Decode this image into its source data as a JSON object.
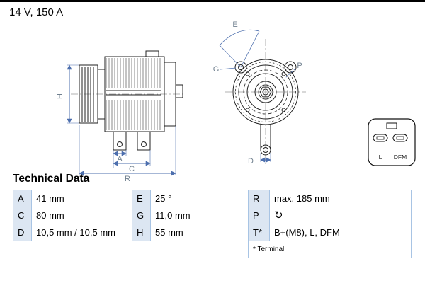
{
  "header": {
    "rating": "14 V, 150 A"
  },
  "diagram": {
    "labels": {
      "H": "H",
      "A": "A",
      "C": "C",
      "R": "R",
      "E": "E",
      "G": "G",
      "P": "P",
      "D": "D"
    },
    "connector": {
      "pin_left": "L",
      "pin_right": "DFM"
    }
  },
  "table": {
    "title": "Technical Data",
    "rows": [
      [
        "A",
        "41 mm",
        "E",
        "25 °",
        "R",
        "max. 185 mm"
      ],
      [
        "C",
        "80 mm",
        "G",
        "11,0 mm",
        "P",
        "↻"
      ],
      [
        "D",
        "10,5 mm / 10,5 mm",
        "H",
        "55 mm",
        "T*",
        "B+(M8), L, DFM"
      ]
    ],
    "footnote": "* Terminal",
    "border_color": "#a8c4e4",
    "key_cell_background": "#dce6f2"
  }
}
